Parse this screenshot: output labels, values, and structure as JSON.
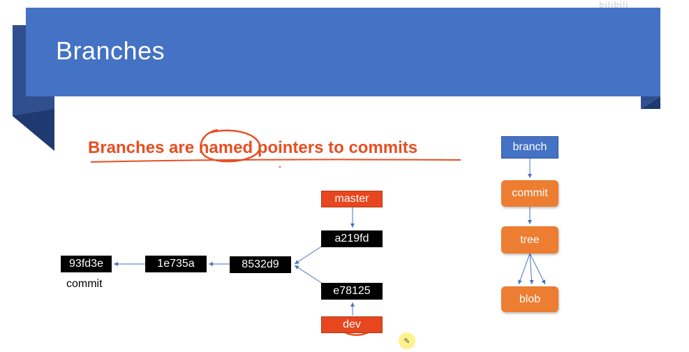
{
  "slide": {
    "title": "Branches",
    "subtitle": "Branches are named pointers to commits",
    "watermark": "bilibili"
  },
  "graph": {
    "commits": {
      "c1": "93fd3e",
      "c2": "1e735a",
      "c3": "8532d9",
      "c4": "a219fd",
      "c5": "e78125"
    },
    "branches": {
      "master": "master",
      "dev": "dev"
    },
    "commit_caption": "commit"
  },
  "legend": {
    "branch": "branch",
    "commit": "commit",
    "tree": "tree",
    "blob": "blob"
  },
  "colors": {
    "banner": "#4472c4",
    "accent": "#e84e22",
    "commit_box": "#000000",
    "branch_box": "#e8461f",
    "legend_orange": "#ed7d31",
    "arrow": "#4472c4"
  },
  "icons": {
    "cursor": "pencil-icon"
  }
}
